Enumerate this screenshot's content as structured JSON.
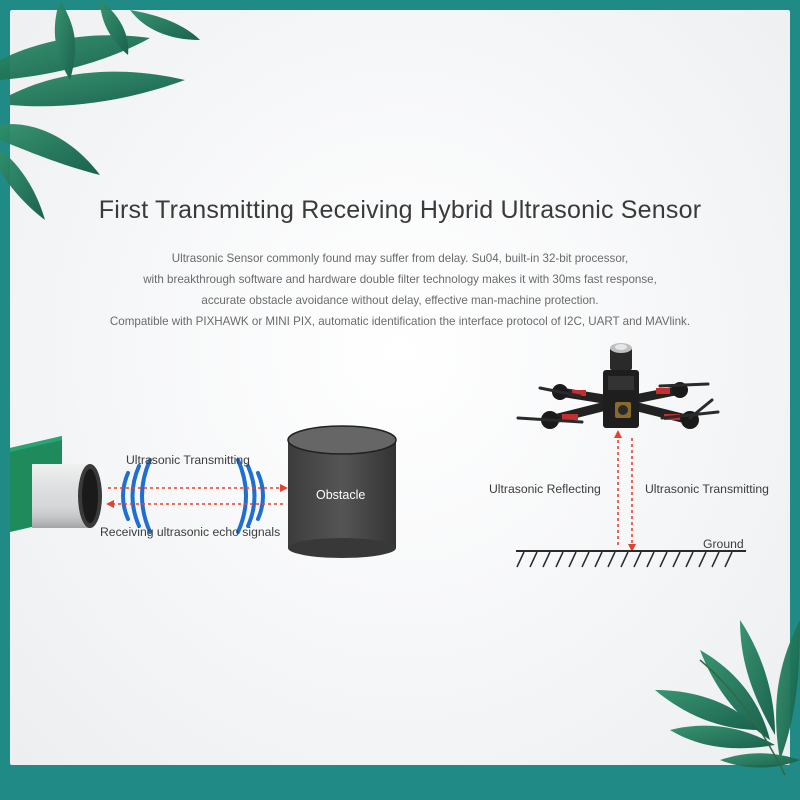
{
  "header": {
    "title": "First Transmitting Receiving Hybrid Ultrasonic Sensor",
    "description": [
      "Ultrasonic Sensor commonly found may suffer from delay. Su04, built-in 32-bit processor,",
      "with breakthrough software and hardware double filter technology makes it with 30ms fast response,",
      "accurate obstacle avoidance without delay, effective man-machine protection.",
      "Compatible with PIXHAWK or MINI PIX, automatic identification the interface protocol of I2C, UART and MAVlink."
    ]
  },
  "left_diagram": {
    "transmit_label": "Ultrasonic Transmitting",
    "echo_label": "Receiving ultrasonic echo signals",
    "obstacle_label": "Obstacle"
  },
  "right_diagram": {
    "reflect_label": "Ultrasonic Reflecting",
    "transmit_label": "Ultrasonic Transmitting",
    "ground_label": "Ground"
  },
  "colors": {
    "accent_red": "#e8402f",
    "wave_blue": "#1f6fd1",
    "frame_teal": "#1f8a86",
    "obstacle_dark": "#4a4a4a"
  },
  "icons": [
    "leaf-decoration-icon",
    "sensor-icon",
    "obstacle-icon",
    "drone-icon",
    "ground-hatch-icon"
  ]
}
